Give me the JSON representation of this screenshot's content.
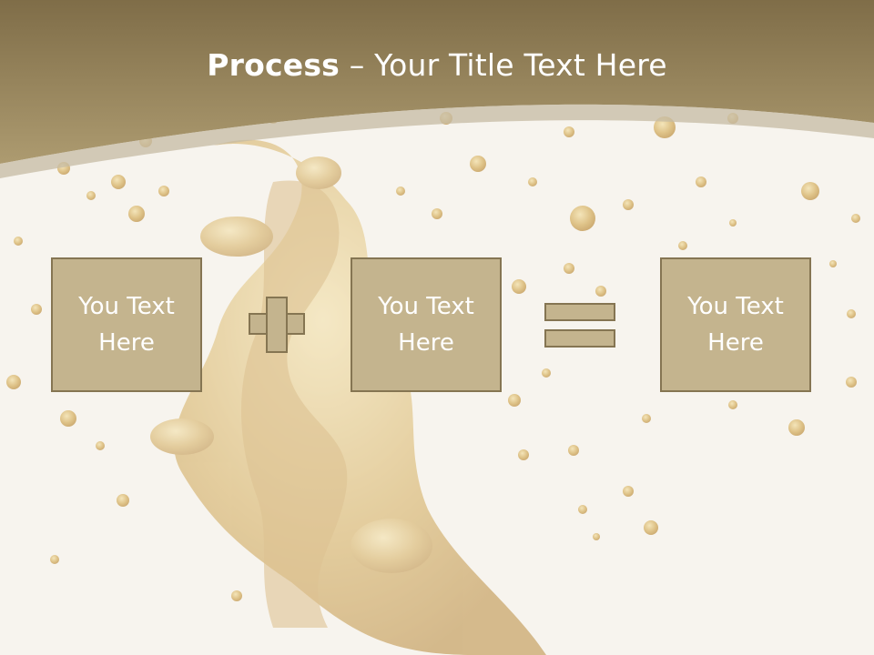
{
  "slide": {
    "title_bold": "Process",
    "title_rest": " – Your Title Text Here",
    "boxes": [
      "You Text Here",
      "You Text Here",
      "You Text Here"
    ],
    "operators": [
      "plus-icon",
      "equals-icon"
    ]
  },
  "colors": {
    "header": "#a89668",
    "header_dark": "#7f6d48",
    "box_fill": "#c4b48e",
    "box_border": "#857552",
    "background": "#f7f4ee"
  }
}
